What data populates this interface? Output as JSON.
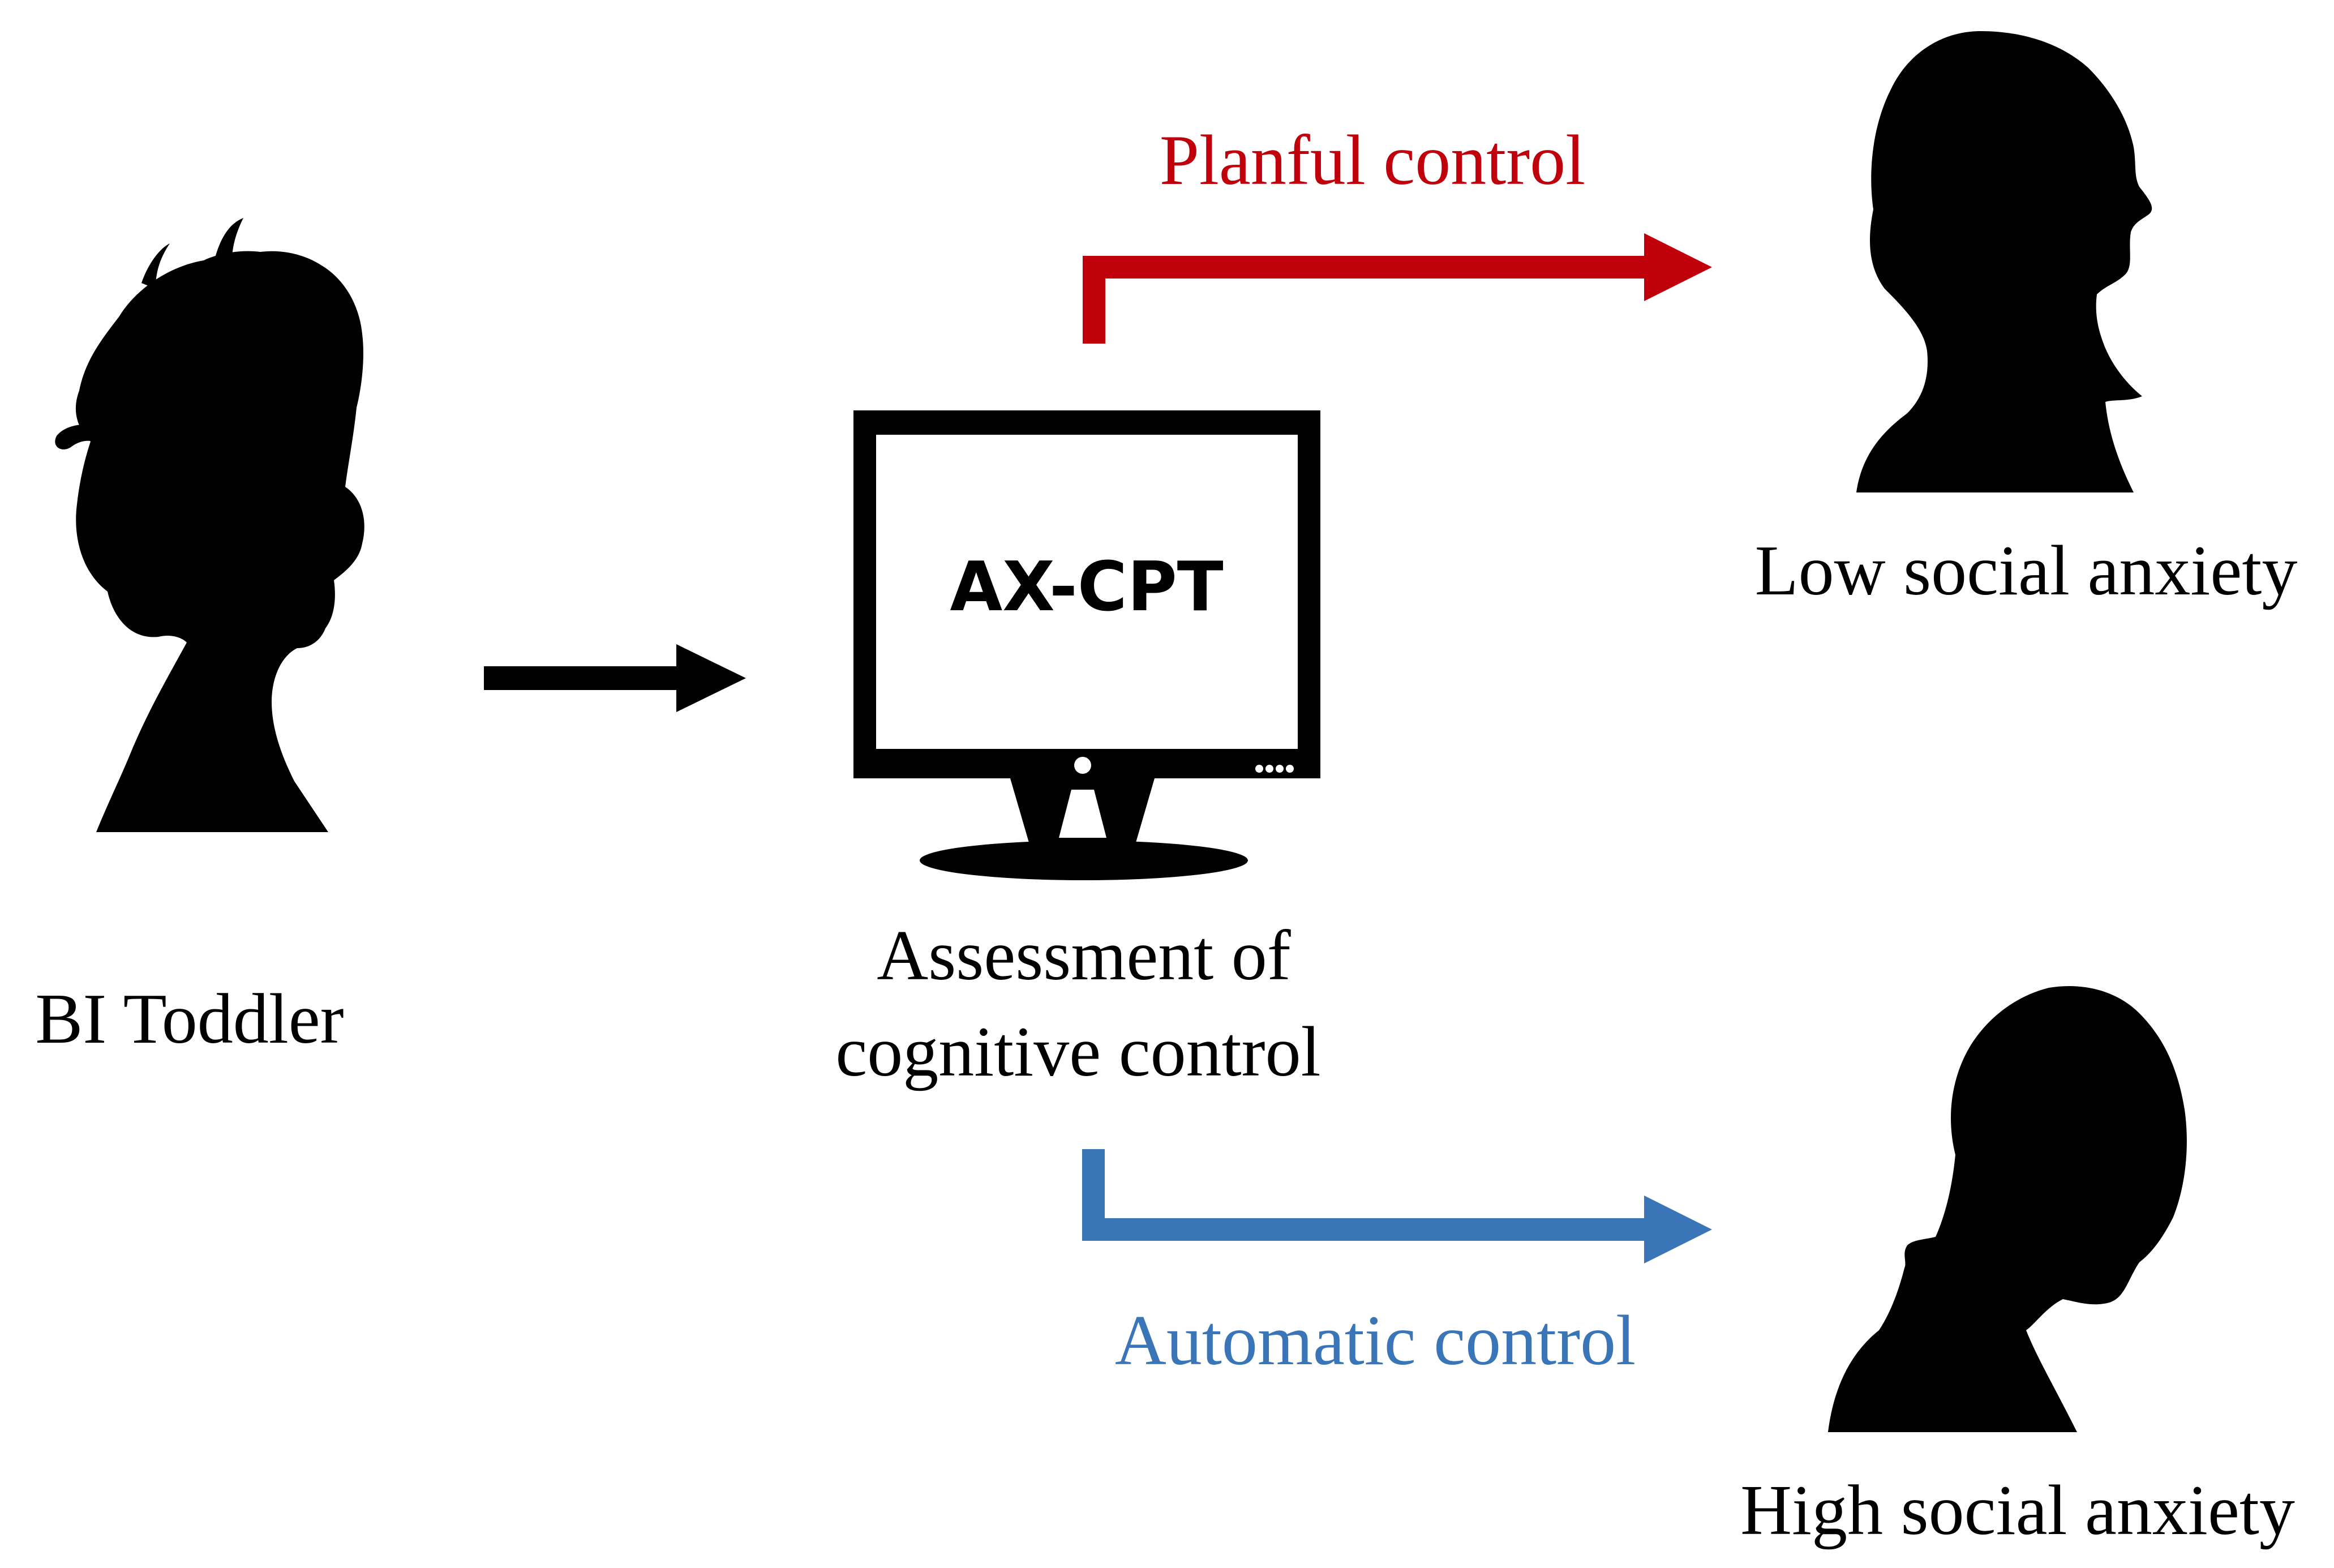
{
  "nodes": {
    "toddler": {
      "label": "BI Toddler",
      "icon": "toddler-silhouette-icon"
    },
    "assessment": {
      "screen_text": "AX-CPT",
      "label_line1": "Assessment of",
      "label_line2": "cognitive control",
      "icon": "computer-monitor-icon"
    },
    "low_anxiety": {
      "label": "Low social anxiety",
      "icon": "adolescent-head-up-silhouette-icon"
    },
    "high_anxiety": {
      "label": "High social anxiety",
      "icon": "adolescent-head-down-silhouette-icon"
    }
  },
  "edges": {
    "toddler_to_assessment": {
      "color": "#000000"
    },
    "planful": {
      "label": "Planful control",
      "color": "#c0000b"
    },
    "automatic": {
      "label": "Automatic control",
      "color": "#3a75b8"
    }
  }
}
